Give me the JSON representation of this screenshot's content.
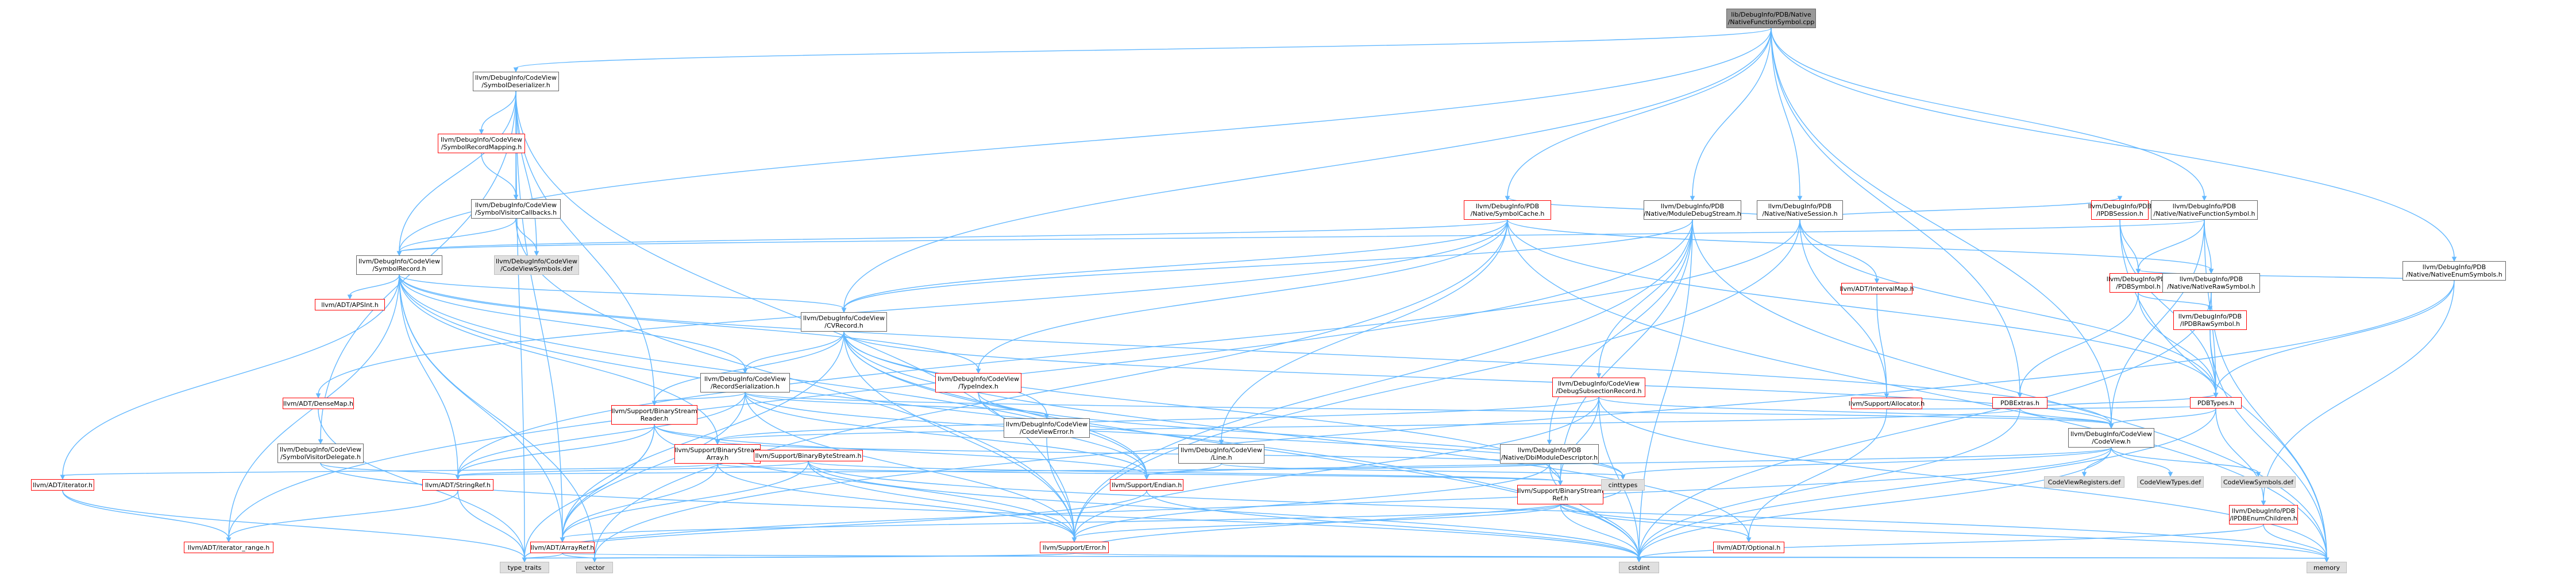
{
  "colors": {
    "edge": "#63b8ff",
    "border_linked": "#ff0000",
    "border_plain": "#666666",
    "fill_root": "#999999",
    "fill_system": "#e0e0e0"
  },
  "nodes": [
    {
      "id": "root",
      "lines": [
        "lib/DebugInfo/PDB/Native",
        "/NativeFunctionSymbol.cpp"
      ],
      "kind": "root"
    },
    {
      "id": "cv_symdeser",
      "lines": [
        "llvm/DebugInfo/CodeView",
        "/SymbolDeserializer.h"
      ],
      "kind": "plain"
    },
    {
      "id": "cv_symrecmap",
      "lines": [
        "llvm/DebugInfo/CodeView",
        "/SymbolRecordMapping.h"
      ],
      "kind": "red"
    },
    {
      "id": "cv_symvisitcb",
      "lines": [
        "llvm/DebugInfo/CodeView",
        "/SymbolVisitorCallbacks.h"
      ],
      "kind": "plain"
    },
    {
      "id": "cv_cvsymdef1",
      "lines": [
        "llvm/DebugInfo/CodeView",
        "/CodeViewSymbols.def"
      ],
      "kind": "grey"
    },
    {
      "id": "cv_symrecord",
      "lines": [
        "llvm/DebugInfo/CodeView",
        "/SymbolRecord.h"
      ],
      "kind": "plain"
    },
    {
      "id": "apsint",
      "lines": [
        "llvm/ADT/APSInt.h"
      ],
      "kind": "red"
    },
    {
      "id": "densemap",
      "lines": [
        "llvm/ADT/DenseMap.h"
      ],
      "kind": "red"
    },
    {
      "id": "cv_symvisdel",
      "lines": [
        "llvm/DebugInfo/CodeView",
        "/SymbolVisitorDelegate.h"
      ],
      "kind": "plain"
    },
    {
      "id": "iterator",
      "lines": [
        "llvm/ADT/iterator.h"
      ],
      "kind": "red"
    },
    {
      "id": "iterrange",
      "lines": [
        "llvm/ADT/iterator_range.h"
      ],
      "kind": "red"
    },
    {
      "id": "bsreader",
      "lines": [
        "llvm/Support/BinaryStream",
        "Reader.h"
      ],
      "kind": "red"
    },
    {
      "id": "bsarray",
      "lines": [
        "llvm/Support/BinaryStream",
        "Array.h"
      ],
      "kind": "red"
    },
    {
      "id": "bbstream",
      "lines": [
        "llvm/Support/BinaryByteStream.h"
      ],
      "kind": "red"
    },
    {
      "id": "stringref",
      "lines": [
        "llvm/ADT/StringRef.h"
      ],
      "kind": "red"
    },
    {
      "id": "arrayref",
      "lines": [
        "llvm/ADT/ArrayRef.h"
      ],
      "kind": "red"
    },
    {
      "id": "endian",
      "lines": [
        "llvm/Support/Endian.h"
      ],
      "kind": "red"
    },
    {
      "id": "error",
      "lines": [
        "llvm/Support/Error.h"
      ],
      "kind": "red"
    },
    {
      "id": "cvrecord",
      "lines": [
        "llvm/DebugInfo/CodeView",
        "/CVRecord.h"
      ],
      "kind": "plain"
    },
    {
      "id": "recser",
      "lines": [
        "llvm/DebugInfo/CodeView",
        "/RecordSerialization.h"
      ],
      "kind": "plain"
    },
    {
      "id": "cverror",
      "lines": [
        "llvm/DebugInfo/CodeView",
        "/CodeViewError.h"
      ],
      "kind": "plain"
    },
    {
      "id": "typeindex",
      "lines": [
        "llvm/DebugInfo/CodeView",
        "/TypeIndex.h"
      ],
      "kind": "red"
    },
    {
      "id": "cvline",
      "lines": [
        "llvm/DebugInfo/CodeView",
        "/Line.h"
      ],
      "kind": "plain"
    },
    {
      "id": "nativesession",
      "lines": [
        "llvm/DebugInfo/PDB",
        "/Native/NativeSession.h"
      ],
      "kind": "plain"
    },
    {
      "id": "intervalmap",
      "lines": [
        "llvm/ADT/IntervalMap.h"
      ],
      "kind": "red"
    },
    {
      "id": "allocator",
      "lines": [
        "llvm/Support/Allocator.h"
      ],
      "kind": "red"
    },
    {
      "id": "symbolcache",
      "lines": [
        "llvm/DebugInfo/PDB",
        "/Native/SymbolCache.h"
      ],
      "kind": "red"
    },
    {
      "id": "moddebugstream",
      "lines": [
        "llvm/DebugInfo/PDB",
        "/Native/ModuleDebugStream.h"
      ],
      "kind": "plain"
    },
    {
      "id": "debugsubsection",
      "lines": [
        "llvm/DebugInfo/CodeView",
        "/DebugSubsectionRecord.h"
      ],
      "kind": "red"
    },
    {
      "id": "dbimoddesc",
      "lines": [
        "llvm/DebugInfo/PDB",
        "/Native/DbiModuleDescriptor.h"
      ],
      "kind": "plain"
    },
    {
      "id": "bsref",
      "lines": [
        "llvm/Support/BinaryStream",
        "Ref.h"
      ],
      "kind": "red"
    },
    {
      "id": "optional",
      "lines": [
        "llvm/ADT/Optional.h"
      ],
      "kind": "red"
    },
    {
      "id": "pdbsession",
      "lines": [
        "llvm/DebugInfo/PDB",
        "/IPDBSession.h"
      ],
      "kind": "red"
    },
    {
      "id": "pdbsymbol",
      "lines": [
        "llvm/DebugInfo/PDB",
        "/PDBSymbol.h"
      ],
      "kind": "red"
    },
    {
      "id": "pdbextras",
      "lines": [
        "PDBExtras.h"
      ],
      "kind": "red"
    },
    {
      "id": "nativefuncsym",
      "lines": [
        "llvm/DebugInfo/PDB",
        "/Native/NativeFunctionSymbol.h"
      ],
      "kind": "plain"
    },
    {
      "id": "nativerawsym",
      "lines": [
        "llvm/DebugInfo/PDB",
        "/Native/NativeRawSymbol.h"
      ],
      "kind": "plain"
    },
    {
      "id": "ipdbrawsym",
      "lines": [
        "llvm/DebugInfo/PDB",
        "/IPDBRawSymbol.h"
      ],
      "kind": "red"
    },
    {
      "id": "pdbtypes",
      "lines": [
        "PDBTypes.h"
      ],
      "kind": "red"
    },
    {
      "id": "nativeenumsym",
      "lines": [
        "llvm/DebugInfo/PDB",
        "/Native/NativeEnumSymbols.h"
      ],
      "kind": "plain"
    },
    {
      "id": "ipdbenumchildren",
      "lines": [
        "llvm/DebugInfo/PDB",
        "/IPDBEnumChildren.h"
      ],
      "kind": "red"
    },
    {
      "id": "codeview",
      "lines": [
        "llvm/DebugInfo/CodeView",
        "/CodeView.h"
      ],
      "kind": "plain"
    },
    {
      "id": "cvregisters",
      "lines": [
        "CodeViewRegisters.def"
      ],
      "kind": "grey"
    },
    {
      "id": "cvtypes",
      "lines": [
        "CodeViewTypes.def"
      ],
      "kind": "grey"
    },
    {
      "id": "cvsymbols2",
      "lines": [
        "CodeViewSymbols.def"
      ],
      "kind": "grey"
    },
    {
      "id": "cinttypes",
      "lines": [
        "cinttypes"
      ],
      "kind": "grey"
    },
    {
      "id": "type_traits",
      "lines": [
        "type_traits"
      ],
      "kind": "grey"
    },
    {
      "id": "vector",
      "lines": [
        "vector"
      ],
      "kind": "grey"
    },
    {
      "id": "cstdint",
      "lines": [
        "cstdint"
      ],
      "kind": "grey"
    },
    {
      "id": "memory",
      "lines": [
        "memory"
      ],
      "kind": "grey"
    }
  ],
  "edges": [
    [
      "root",
      "cv_symdeser"
    ],
    [
      "root",
      "cv_symrecord"
    ],
    [
      "root",
      "cvrecord"
    ],
    [
      "root",
      "symbolcache"
    ],
    [
      "root",
      "moddebugstream"
    ],
    [
      "root",
      "nativesession"
    ],
    [
      "root",
      "nativefuncsym"
    ],
    [
      "root",
      "nativeenumsym"
    ],
    [
      "root",
      "pdbextras"
    ],
    [
      "root",
      "codeview"
    ],
    [
      "cv_symdeser",
      "cv_symrecmap"
    ],
    [
      "cv_symdeser",
      "cv_symvisitcb"
    ],
    [
      "cv_symdeser",
      "cv_cvsymdef1"
    ],
    [
      "cv_symdeser",
      "cv_symrecord"
    ],
    [
      "cv_symdeser",
      "cv_symvisdel"
    ],
    [
      "cv_symdeser",
      "bsreader"
    ],
    [
      "cv_symdeser",
      "error"
    ],
    [
      "cv_symdeser",
      "arrayref"
    ],
    [
      "cv_symdeser",
      "type_traits"
    ],
    [
      "cv_symrecmap",
      "cv_symvisitcb"
    ],
    [
      "cv_symvisitcb",
      "cv_cvsymdef1"
    ],
    [
      "cv_symvisitcb",
      "cv_symrecord"
    ],
    [
      "cv_symvisitcb",
      "error"
    ],
    [
      "cv_symrecord",
      "apsint"
    ],
    [
      "cv_symrecord",
      "iterator"
    ],
    [
      "cv_symrecord",
      "iterrange"
    ],
    [
      "cv_symrecord",
      "stringref"
    ],
    [
      "cv_symrecord",
      "arrayref"
    ],
    [
      "cv_symrecord",
      "cvrecord"
    ],
    [
      "cv_symrecord",
      "recser"
    ],
    [
      "cv_symrecord",
      "typeindex"
    ],
    [
      "cv_symrecord",
      "codeview"
    ],
    [
      "cv_symrecord",
      "bsarray"
    ],
    [
      "cv_symrecord",
      "endian"
    ],
    [
      "cv_symrecord",
      "cstdint"
    ],
    [
      "cv_symrecord",
      "vector"
    ],
    [
      "cv_symvisdel",
      "stringref"
    ],
    [
      "cv_symvisdel",
      "cstdint"
    ],
    [
      "densemap",
      "type_traits"
    ],
    [
      "iterator",
      "iterrange"
    ],
    [
      "iterator",
      "type_traits"
    ],
    [
      "bsreader",
      "bsarray"
    ],
    [
      "bsreader",
      "stringref"
    ],
    [
      "bsreader",
      "arrayref"
    ],
    [
      "bsreader",
      "endian"
    ],
    [
      "bsreader",
      "error"
    ],
    [
      "bsreader",
      "type_traits"
    ],
    [
      "bsarray",
      "bsref"
    ],
    [
      "bsarray",
      "arrayref"
    ],
    [
      "bsarray",
      "iterator"
    ],
    [
      "bsarray",
      "error"
    ],
    [
      "bbstream",
      "bsref"
    ],
    [
      "bbstream",
      "arrayref"
    ],
    [
      "bbstream",
      "stringref"
    ],
    [
      "bbstream",
      "error"
    ],
    [
      "bbstream",
      "memory"
    ],
    [
      "bbstream",
      "cstdint"
    ],
    [
      "stringref",
      "iterrange"
    ],
    [
      "stringref",
      "type_traits"
    ],
    [
      "arrayref",
      "vector"
    ],
    [
      "arrayref",
      "type_traits"
    ],
    [
      "arrayref",
      "memory"
    ],
    [
      "endian",
      "cstdint"
    ],
    [
      "endian",
      "type_traits"
    ],
    [
      "error",
      "cinttypes"
    ],
    [
      "error",
      "memory"
    ],
    [
      "error",
      "type_traits"
    ],
    [
      "error",
      "vector"
    ],
    [
      "cvrecord",
      "recser"
    ],
    [
      "cvrecord",
      "cverror"
    ],
    [
      "cvrecord",
      "codeview"
    ],
    [
      "cvrecord",
      "bsreader"
    ],
    [
      "cvrecord",
      "bsref"
    ],
    [
      "cvrecord",
      "arrayref"
    ],
    [
      "cvrecord",
      "error"
    ],
    [
      "cvrecord",
      "endian"
    ],
    [
      "cvrecord",
      "cstdint"
    ],
    [
      "cvrecord",
      "optional"
    ],
    [
      "recser",
      "cverror"
    ],
    [
      "recser",
      "codeview"
    ],
    [
      "recser",
      "bsreader"
    ],
    [
      "recser",
      "stringref"
    ],
    [
      "recser",
      "arrayref"
    ],
    [
      "recser",
      "endian"
    ],
    [
      "recser",
      "error"
    ],
    [
      "recser",
      "cinttypes"
    ],
    [
      "cverror",
      "error"
    ],
    [
      "typeindex",
      "endian"
    ],
    [
      "typeindex",
      "cinttypes"
    ],
    [
      "cvline",
      "endian"
    ],
    [
      "cvline",
      "cinttypes"
    ],
    [
      "nativesession",
      "intervalmap"
    ],
    [
      "nativesession",
      "allocator"
    ],
    [
      "nativesession",
      "symbolcache"
    ],
    [
      "nativesession",
      "pdbsession"
    ],
    [
      "nativesession",
      "pdbtypes"
    ],
    [
      "nativesession",
      "error"
    ],
    [
      "nativesession",
      "stringref"
    ],
    [
      "intervalmap",
      "allocator"
    ],
    [
      "allocator",
      "pdbtypes"
    ],
    [
      "allocator",
      "optional"
    ],
    [
      "symbolcache",
      "cvrecord"
    ],
    [
      "symbolcache",
      "typeindex"
    ],
    [
      "symbolcache",
      "cvline"
    ],
    [
      "symbolcache",
      "densemap"
    ],
    [
      "symbolcache",
      "cv_symrecord"
    ],
    [
      "symbolcache",
      "pdbtypes"
    ],
    [
      "symbolcache",
      "nativerawsym"
    ],
    [
      "symbolcache",
      "memory"
    ],
    [
      "symbolcache",
      "vector"
    ],
    [
      "moddebugstream",
      "debugsubsection"
    ],
    [
      "moddebugstream",
      "dbimoddesc"
    ],
    [
      "moddebugstream",
      "bsref"
    ],
    [
      "moddebugstream",
      "cvrecord"
    ],
    [
      "moddebugstream",
      "error"
    ],
    [
      "moddebugstream",
      "memory"
    ],
    [
      "moddebugstream",
      "iterrange"
    ],
    [
      "moddebugstream",
      "cstdint"
    ],
    [
      "debugsubsection",
      "codeview"
    ],
    [
      "debugsubsection",
      "bsarray"
    ],
    [
      "debugsubsection",
      "bsref"
    ],
    [
      "debugsubsection",
      "error"
    ],
    [
      "debugsubsection",
      "cstdint"
    ],
    [
      "debugsubsection",
      "memory"
    ],
    [
      "dbimoddesc",
      "bsarray"
    ],
    [
      "dbimoddesc",
      "bsref"
    ],
    [
      "dbimoddesc",
      "error"
    ],
    [
      "dbimoddesc",
      "cstdint"
    ],
    [
      "dbimoddesc",
      "stringref"
    ],
    [
      "bsref",
      "arrayref"
    ],
    [
      "bsref",
      "optional"
    ],
    [
      "bsref",
      "error"
    ],
    [
      "bsref",
      "cstdint"
    ],
    [
      "bsref",
      "memory"
    ],
    [
      "pdbsession",
      "pdbsymbol"
    ],
    [
      "pdbsession",
      "pdbtypes"
    ],
    [
      "pdbsession",
      "memory"
    ],
    [
      "pdbsymbol",
      "ipdbrawsym"
    ],
    [
      "pdbsymbol",
      "pdbextras"
    ],
    [
      "pdbsymbol",
      "pdbtypes"
    ],
    [
      "pdbextras",
      "pdbtypes"
    ],
    [
      "pdbextras",
      "codeview"
    ],
    [
      "pdbextras",
      "cstdint"
    ],
    [
      "pdbextras",
      "bsarray"
    ],
    [
      "nativefuncsym",
      "nativerawsym"
    ],
    [
      "nativefuncsym",
      "pdbsymbol"
    ],
    [
      "nativefuncsym",
      "pdbtypes"
    ],
    [
      "nativefuncsym",
      "cv_symrecord"
    ],
    [
      "nativefuncsym",
      "codeview"
    ],
    [
      "nativerawsym",
      "ipdbrawsym"
    ],
    [
      "nativerawsym",
      "cstdint"
    ],
    [
      "nativerawsym",
      "memory"
    ],
    [
      "ipdbrawsym",
      "pdbtypes"
    ],
    [
      "ipdbrawsym",
      "memory"
    ],
    [
      "pdbtypes",
      "codeview"
    ],
    [
      "pdbtypes",
      "ipdbenumchildren"
    ],
    [
      "pdbtypes",
      "cstdint"
    ],
    [
      "nativeenumsym",
      "ipdbenumchildren"
    ],
    [
      "nativeenumsym",
      "pdbsymbol"
    ],
    [
      "nativeenumsym",
      "pdbtypes"
    ],
    [
      "nativeenumsym",
      "vector"
    ],
    [
      "ipdbenumchildren",
      "memory"
    ],
    [
      "ipdbenumchildren",
      "cstdint"
    ],
    [
      "codeview",
      "cvregisters"
    ],
    [
      "codeview",
      "cvtypes"
    ],
    [
      "codeview",
      "cvsymbols2"
    ],
    [
      "codeview",
      "cinttypes"
    ],
    [
      "codeview",
      "endian"
    ],
    [
      "codeview",
      "type_traits"
    ],
    [
      "codeview",
      "cstdint"
    ]
  ]
}
